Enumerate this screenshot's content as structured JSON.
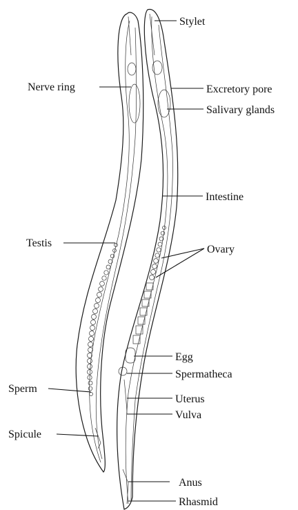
{
  "labels": {
    "stylet": "Stylet",
    "nerve_ring": "Nerve ring",
    "excretory_pore": "Excretory pore",
    "salivary_glands": "Salivary glands",
    "intestine": "Intestine",
    "testis": "Testis",
    "ovary": "Ovary",
    "egg": "Egg",
    "spermatheca": "Spermatheca",
    "sperm": "Sperm",
    "uterus": "Uterus",
    "vulva": "Vulva",
    "spicule": "Spicule",
    "anus": "Anus",
    "rhasmid": "Rhasmid"
  },
  "colors": {
    "ink": "#111111",
    "background": "#ffffff"
  }
}
